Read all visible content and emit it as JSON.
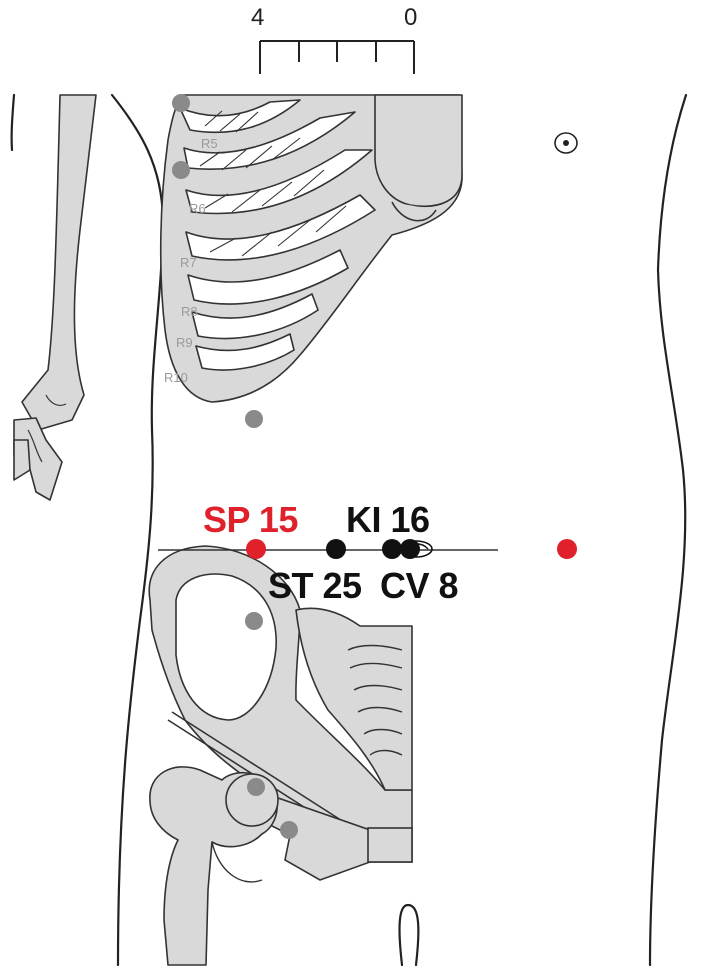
{
  "colors": {
    "highlight": "#e0212b",
    "primary_point": "#111111",
    "secondary_point": "#8a8a8a",
    "bone_fill": "#d9d9d9",
    "outline": "#222222"
  },
  "scale": {
    "left_label": "4",
    "right_label": "0"
  },
  "rib_labels": [
    "R5",
    "R6",
    "R7",
    "R8",
    "R9",
    "R10"
  ],
  "points": {
    "highlighted": {
      "label": "SP 15"
    },
    "upper_right": {
      "label": "KI 16"
    },
    "lower_left": {
      "label": "ST 25"
    },
    "lower_right": {
      "label": "CV 8"
    }
  }
}
